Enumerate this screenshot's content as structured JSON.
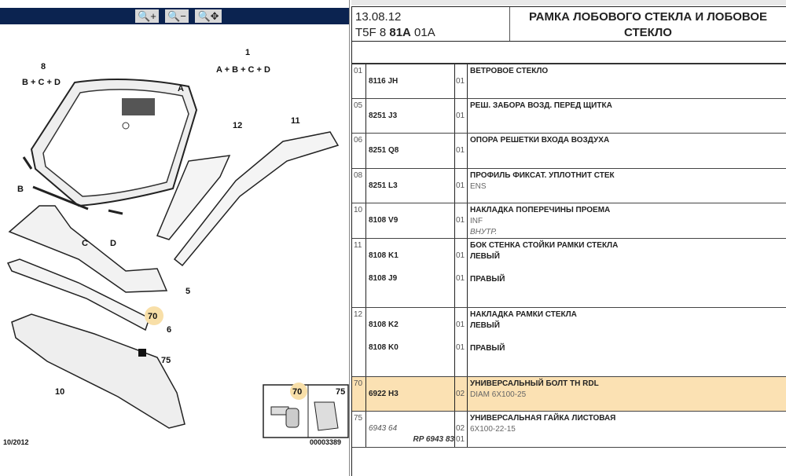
{
  "toolbar": {
    "zoom_in": "zoom-in",
    "zoom_out": "zoom-out",
    "zoom_pan": "zoom-pan"
  },
  "diagram": {
    "callouts": {
      "c8": "8",
      "c8sub": "B + C + D",
      "c1": "1",
      "c1sub": "A + B + C + D",
      "A": "A",
      "c12": "12",
      "c11": "11",
      "B": "B",
      "C": "C",
      "D": "D",
      "c5": "5",
      "c70": "70",
      "c6": "6",
      "c75": "75",
      "c10": "10"
    },
    "inset": {
      "l70": "70",
      "l75": "75"
    },
    "date": "10/2012",
    "code": "00003389"
  },
  "header": {
    "date": "13.08.12",
    "ref_pre": "T5F 8 ",
    "ref_bold": "81A",
    "ref_post": " 01A",
    "title": "РАМКА ЛОБОВОГО СТЕКЛА И ЛОБОВОЕ СТЕКЛО"
  },
  "highlight_color": "#fbe1b3",
  "rows": [
    {
      "no": "01",
      "ref": "8116 JH",
      "qty": "01",
      "title": "ВЕТРОВОЕ СТЕКЛО"
    },
    {
      "no": "05",
      "ref": "8251 J3",
      "qty": "01",
      "title": "РЕШ. ЗАБОРА ВОЗД. ПЕРЕД ЩИТКА"
    },
    {
      "no": "06",
      "ref": "8251 Q8",
      "qty": "01",
      "title": "ОПОРА РЕШЕТКИ ВХОДА ВОЗДУХА"
    },
    {
      "no": "08",
      "ref": "8251 L3",
      "qty": "01",
      "title": "ПРОФИЛЬ ФИКСАТ. УПЛОТНИТ СТЕК",
      "sub": "ENS"
    },
    {
      "no": "10",
      "ref": "8108 V9",
      "qty": "01",
      "title": "НАКЛАДКА ПОПЕРЕЧИНЫ ПРОЕМА",
      "sub": "INF",
      "sub2": "ВНУТР."
    },
    {
      "no": "11",
      "ref": "8108 K1",
      "qty": "01",
      "title": "БОК СТЕНКА СТОЙКИ РАМКИ СТЕКЛА",
      "sub": "ЛЕВЫЙ",
      "ref2": "8108 J9",
      "qty2": "01",
      "sub2": "ПРАВЫЙ"
    },
    {
      "no": "12",
      "ref": "8108 K2",
      "qty": "01",
      "title": "НАКЛАДКА РАМКИ СТЕКЛА",
      "sub": "ЛЕВЫЙ",
      "ref2": "8108 K0",
      "qty2": "01",
      "sub2": "ПРАВЫЙ"
    },
    {
      "no": "70",
      "ref": "6922 H3",
      "qty": "02",
      "title": "УНИВЕРСАЛЬНЫЙ БОЛТ TH RDL",
      "sub": "DIAM 6X100-25"
    },
    {
      "no": "75",
      "ref": "6943 64",
      "qty": "02",
      "title": "УНИВЕРСАЛЬНАЯ ГАЙКА ЛИСТОВАЯ",
      "sub": "6X100-22-15",
      "ref2": "RP 6943 83",
      "qty2": "01"
    }
  ]
}
